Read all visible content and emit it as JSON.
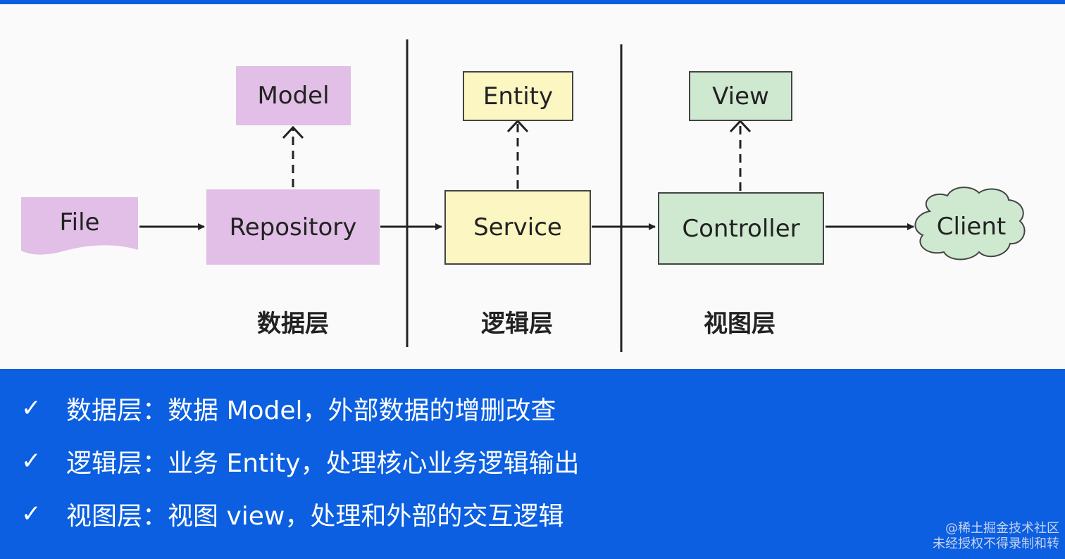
{
  "nodes": {
    "file": "File",
    "model": "Model",
    "repository": "Repository",
    "entity": "Entity",
    "service": "Service",
    "view": "View",
    "controller": "Controller",
    "client": "Client"
  },
  "layers": {
    "data": "数据层",
    "logic": "逻辑层",
    "view": "视图层"
  },
  "bullets": [
    {
      "check": "✓",
      "text": "数据层：数据 Model，外部数据的增删改查"
    },
    {
      "check": "✓",
      "text": "逻辑层：业务 Entity，处理核心业务逻辑输出"
    },
    {
      "check": "✓",
      "text": "视图层：视图 view，处理和外部的交互逻辑"
    }
  ],
  "watermark": {
    "line1": "@稀土掘金技术社区",
    "line2": "未经授权不得录制和转"
  },
  "colors": {
    "accent_blue": "#0b5fe0",
    "data_layer": "#e1bfe6",
    "logic_layer": "#fbf6c2",
    "view_layer": "#cfe9d1"
  }
}
